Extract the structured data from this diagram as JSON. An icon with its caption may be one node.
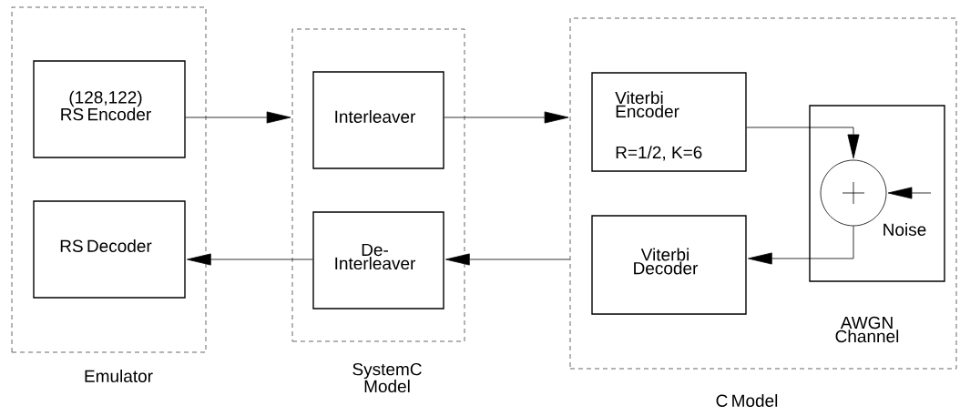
{
  "diagram": {
    "nodes": [
      {
        "text": [
          "Emulator"
        ]
      },
      {
        "text": [
          "(128,122) RS Encoder"
        ],
        "in": 0
      },
      {
        "text": [
          "RS Decoder"
        ],
        "in": 0
      },
      {
        "text": [
          "SystemC Model"
        ]
      },
      {
        "text": [
          "Interleaver"
        ],
        "in": 3
      },
      {
        "text": [
          "De-Interleaver"
        ],
        "in": 3
      },
      {
        "text": [
          "C Model"
        ]
      },
      {
        "text": [
          "Viterbi Encoder",
          "R=1/2, K=6"
        ],
        "in": 6
      },
      {
        "text": [
          "Viterbi Decoder"
        ],
        "in": 6
      },
      {
        "text": [
          "AWGN Channel"
        ],
        "in": 6
      },
      {
        "text": [],
        "shape": "circle",
        "in": 9
      }
    ],
    "edges": [
      {
        "from": 1,
        "to": 3,
        "arrow": "to"
      },
      {
        "from": 4,
        "to": 6,
        "arrow": "to"
      },
      {
        "from": 6,
        "to": 5,
        "arrow": "to"
      },
      {
        "from": 5,
        "to": 2,
        "arrow": "to"
      },
      {
        "from": 7,
        "to": 10,
        "arrow": "to"
      },
      {
        "from": null,
        "to": 10,
        "arrow": "to",
        "label": "Noise"
      },
      {
        "from": 10,
        "to": 8,
        "arrow": "to"
      }
    ]
  }
}
